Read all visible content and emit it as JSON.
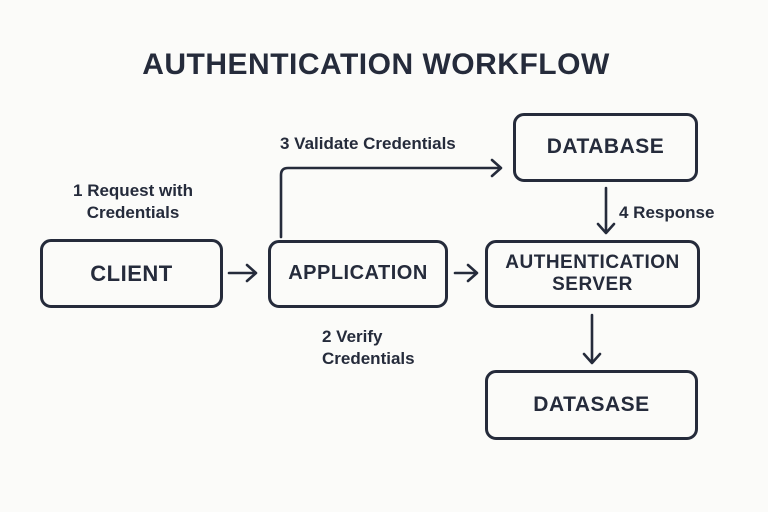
{
  "title": "AUTHENTICATION WORKFLOW",
  "colors": {
    "ink": "#252b3b",
    "background": "#fbfbf9"
  },
  "nodes": {
    "client": {
      "label": "CLIENT"
    },
    "application": {
      "label": "APPLICATION"
    },
    "database": {
      "label": "DATABASE"
    },
    "auth_server": {
      "label": "AUTHENTICATION SERVER"
    },
    "datasase": {
      "label": "DATASASE"
    }
  },
  "annotations": {
    "step1": {
      "label": "1 Request with Credentials"
    },
    "step2": {
      "label": "2 Verify Credentials"
    },
    "step3": {
      "label": "3 Validate Credentials"
    },
    "step4": {
      "label": "4 Response"
    }
  },
  "edges": [
    {
      "from": "client",
      "to": "application",
      "annotation": "1 Request with Credentials"
    },
    {
      "from": "application",
      "to": "auth_server",
      "annotation": "2 Verify Credentials"
    },
    {
      "from": "application",
      "to": "database",
      "annotation": "3 Validate Credentials"
    },
    {
      "from": "database",
      "to": "auth_server",
      "annotation": "4 Response"
    },
    {
      "from": "auth_server",
      "to": "datasase",
      "annotation": ""
    }
  ]
}
